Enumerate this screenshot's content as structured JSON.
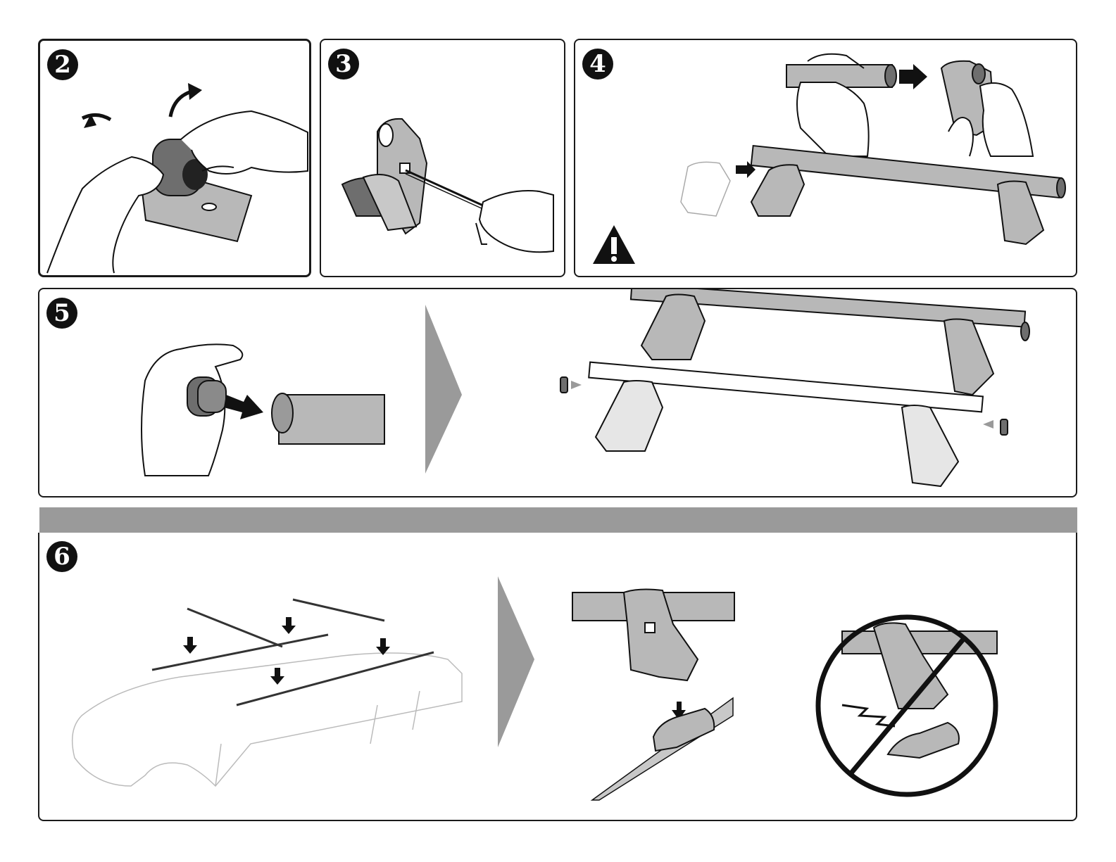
{
  "steps": [
    {
      "number": "2",
      "icon": "hands-open-foot-cover"
    },
    {
      "number": "3",
      "icon": "foot-with-hex-key"
    },
    {
      "number": "4",
      "icon": "bar-insert-into-foot",
      "warning_icon": "warning-triangle-icon"
    },
    {
      "number": "5",
      "icon": "end-cap-insert"
    },
    {
      "number": "6",
      "icon": "mount-rack-on-rails"
    }
  ],
  "colors": {
    "line": "#1a1a1a",
    "part_fill": "#b8b8b8",
    "dark_fill": "#6e6e6e",
    "band": "#9a9a9a",
    "arrow": "#9a9a9a"
  }
}
